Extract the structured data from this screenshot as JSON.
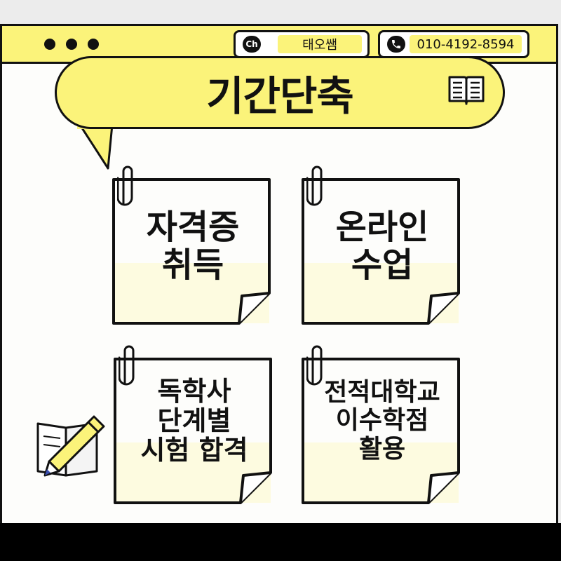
{
  "header": {
    "channel_badge": "Ch",
    "channel_name": "태오쌤",
    "phone": "010-4192-8594"
  },
  "title": "기간단축",
  "notes": [
    {
      "lines": [
        "자격증",
        "취득"
      ]
    },
    {
      "lines": [
        "온라인",
        "수업"
      ]
    },
    {
      "lines": [
        "독학사",
        "단계별",
        "시험 합격"
      ]
    },
    {
      "lines": [
        "전적대학교",
        "이수학점",
        "활용"
      ]
    }
  ],
  "colors": {
    "accent_yellow": "#fbf37a",
    "note_fill": "#fdfbe0",
    "ink": "#111111"
  },
  "icons": [
    "window-dots-icon",
    "chat-channel-icon",
    "phone-icon",
    "open-book-icon",
    "paperclip-icon",
    "pencil-notebook-icon"
  ]
}
